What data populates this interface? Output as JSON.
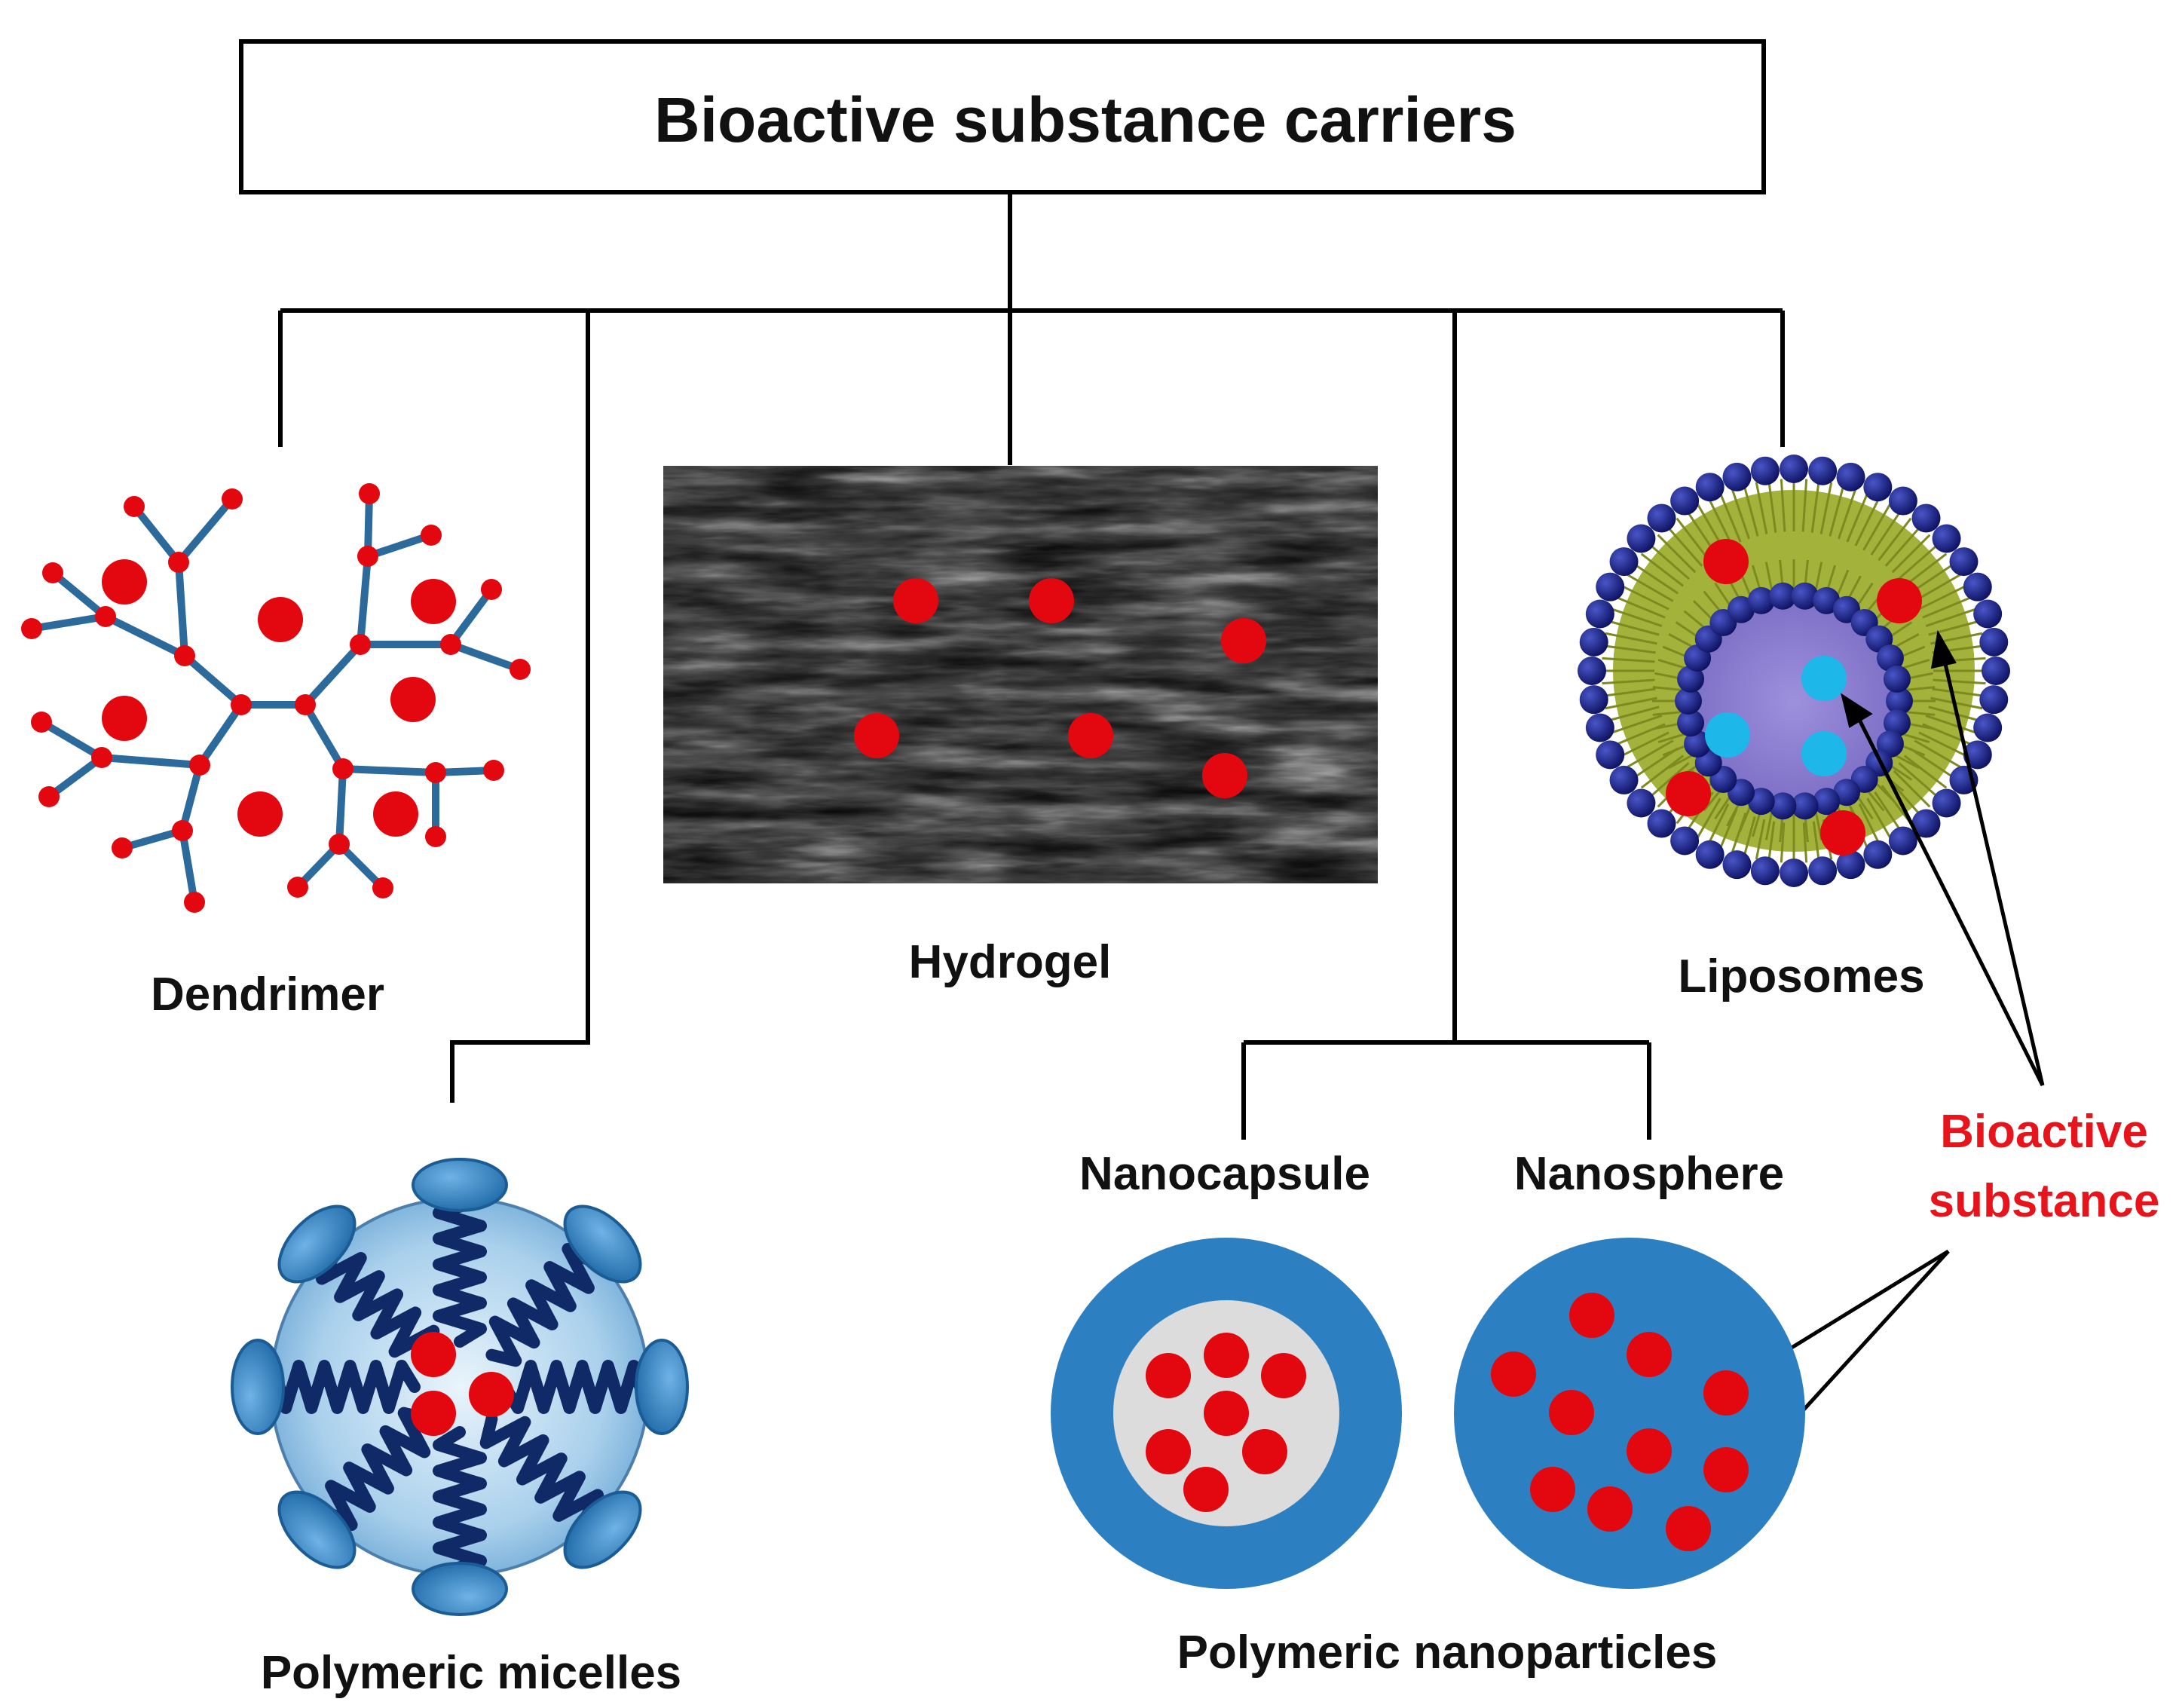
{
  "title": "Bioactive substance carriers",
  "carriers": {
    "dendrimer": "Dendrimer",
    "hydrogel": "Hydrogel",
    "liposomes": "Liposomes",
    "polymeric_micelles": "Polymeric micelles",
    "nanocapsule": "Nanocapsule",
    "nanosphere": "Nanosphere",
    "polymeric_nanoparticles": "Polymeric nanoparticles"
  },
  "bioactive_label": {
    "line1": "Bioactive",
    "line2": "substance"
  },
  "colors": {
    "drug_red": "#e3080f",
    "branch_blue": "#2b6a9a",
    "particle_blue": "#2c7fc0",
    "capsule_core": "#dcdcdc",
    "lipid_head": "#141a7a",
    "lipid_tail": "#a3b23a",
    "liposome_core": "#8d7fcf",
    "hydrophilic_drug": "#1db7ea",
    "label_red": "#e8141b"
  }
}
